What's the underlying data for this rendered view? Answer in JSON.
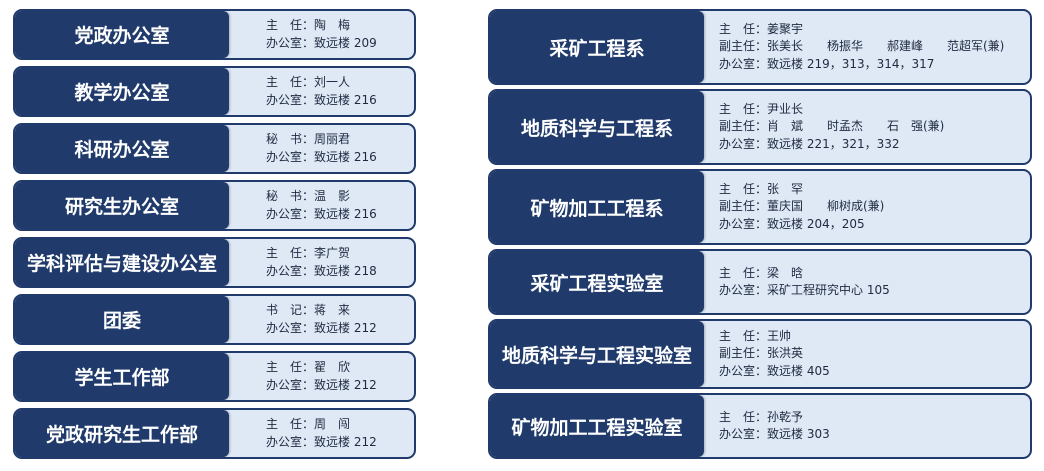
{
  "left_units": [
    {
      "name": "党政办公室",
      "lines": [
        "主　任：陶　梅",
        "办公室：致远楼 209"
      ]
    },
    {
      "name": "教学办公室",
      "lines": [
        "主　任：刘一人",
        "办公室：致远楼 216"
      ]
    },
    {
      "name": "科研办公室",
      "lines": [
        "秘　书：周丽君",
        "办公室：致远楼 216"
      ]
    },
    {
      "name": "研究生办公室",
      "lines": [
        "秘　书：温　影",
        "办公室：致远楼 216"
      ]
    },
    {
      "name": "学科评估与建设办公室",
      "lines": [
        "主　任：李广贺",
        "办公室：致远楼 218"
      ]
    },
    {
      "name": "团委",
      "lines": [
        "书　记：蒋　来",
        "办公室：致远楼 212"
      ]
    },
    {
      "name": "学生工作部",
      "lines": [
        "主　任：翟　欣",
        "办公室：致远楼 212"
      ]
    },
    {
      "name": "党政研究生工作部",
      "lines": [
        "主　任：周　闯",
        "办公室：致远楼 212"
      ]
    }
  ],
  "right_units": [
    {
      "name": "采矿工程系",
      "lines": [
        "主　任：姜聚宇",
        "副主任：张美长　　杨振华　　郝建峰　　范超军(兼)",
        "办公室：致远楼 219，313，314，317"
      ]
    },
    {
      "name": "地质科学与工程系",
      "lines": [
        "主　任：尹业长",
        "副主任：肖　斌　　时孟杰　　石　强(兼)",
        "办公室：致远楼 221，321，332"
      ]
    },
    {
      "name": "矿物加工工程系",
      "lines": [
        "主　任：张　罕",
        "副主任：董庆国　　柳树成(兼)",
        "办公室：致远楼 204，205"
      ]
    },
    {
      "name": "采矿工程实验室",
      "lines": [
        "主　任：梁　晗",
        "办公室：采矿工程研究中心 105"
      ]
    },
    {
      "name": "地质科学与工程实验室",
      "lines": [
        "主　任：王帅",
        "副主任：张洪英",
        "办公室：致远楼 405"
      ]
    },
    {
      "name": "矿物加工工程实验室",
      "lines": [
        "主　任：孙乾予",
        "办公室：致远楼 303"
      ]
    }
  ]
}
